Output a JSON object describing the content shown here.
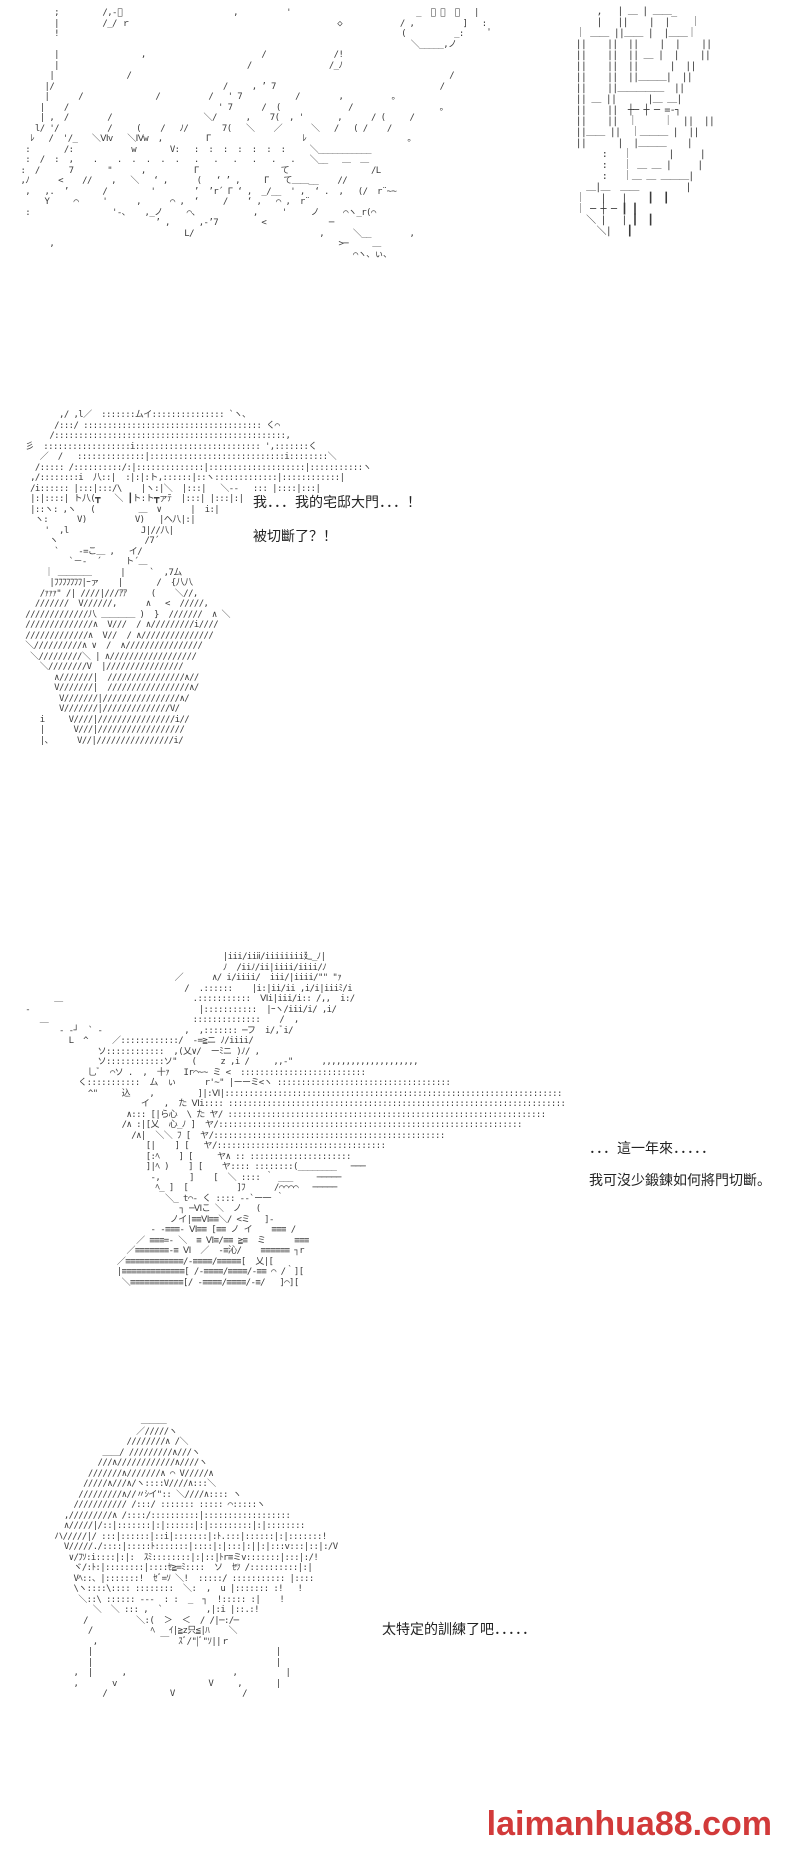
{
  "panels": [
    {
      "id": "panel1"
    },
    {
      "id": "panel2",
      "dialog": [
        "我．．．我的宅邸大門．．．！",
        "被切斷了？！"
      ]
    },
    {
      "id": "panel3",
      "dialog": [
        "．．．這一年來．．．．．",
        "我可沒少鍛鍊如何將門切斷。"
      ]
    },
    {
      "id": "panel4",
      "dialog": [
        "太特定的訓練了吧．．．．．"
      ]
    }
  ],
  "watermark": "laimanhua88.com"
}
